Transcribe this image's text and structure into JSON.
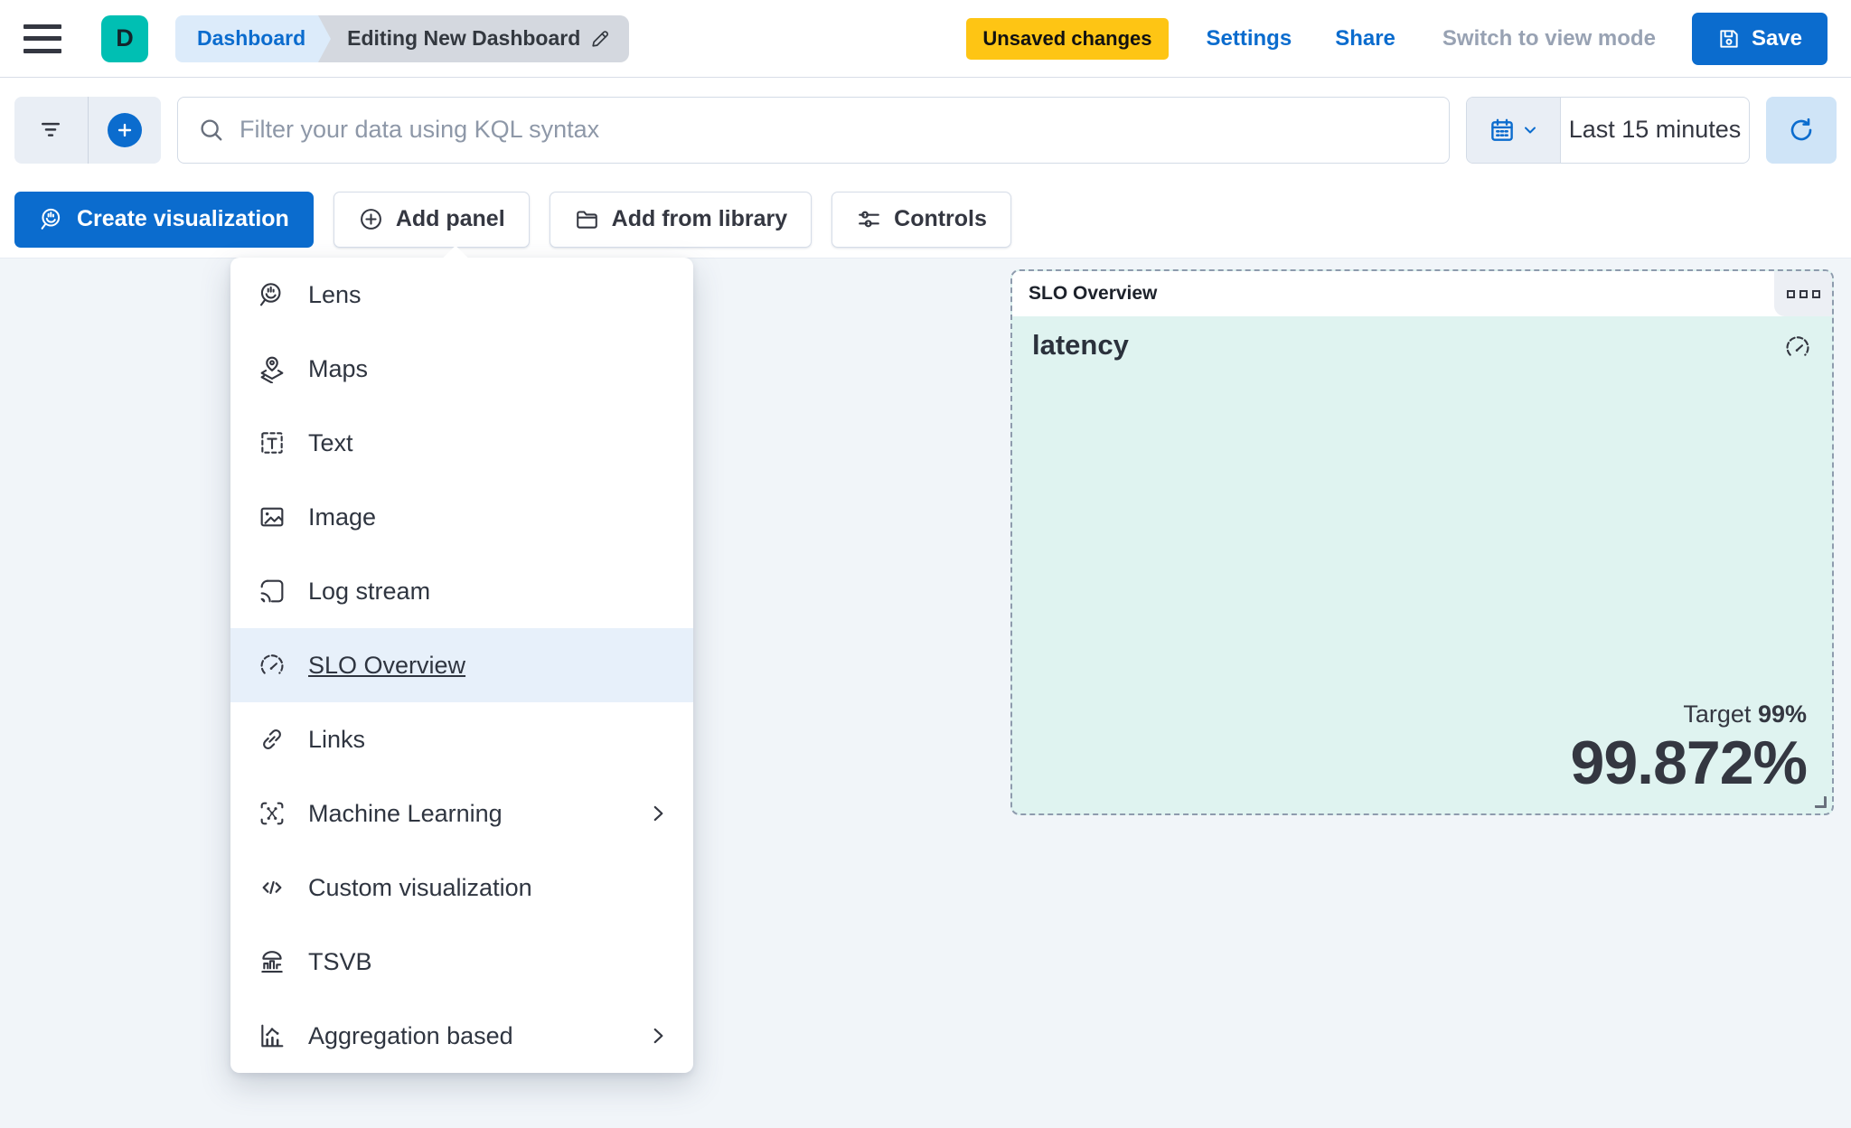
{
  "header": {
    "avatar_initial": "D",
    "breadcrumbs": [
      {
        "label": "Dashboard"
      },
      {
        "label": "Editing New Dashboard"
      }
    ],
    "unsaved_badge": "Unsaved changes",
    "settings_label": "Settings",
    "share_label": "Share",
    "switch_view_label": "Switch to view mode",
    "save_label": "Save"
  },
  "query_bar": {
    "search_placeholder": "Filter your data using KQL syntax",
    "time_range": "Last 15 minutes"
  },
  "toolbar": {
    "create_visualization_label": "Create visualization",
    "add_panel_label": "Add panel",
    "add_from_library_label": "Add from library",
    "controls_label": "Controls"
  },
  "add_panel_menu": {
    "items": [
      {
        "label": "Lens",
        "icon": "lens-icon",
        "selected": false,
        "has_submenu": false
      },
      {
        "label": "Maps",
        "icon": "maps-icon",
        "selected": false,
        "has_submenu": false
      },
      {
        "label": "Text",
        "icon": "text-icon",
        "selected": false,
        "has_submenu": false
      },
      {
        "label": "Image",
        "icon": "image-icon",
        "selected": false,
        "has_submenu": false
      },
      {
        "label": "Log stream",
        "icon": "log-stream-icon",
        "selected": false,
        "has_submenu": false
      },
      {
        "label": "SLO Overview",
        "icon": "gauge-icon",
        "selected": true,
        "has_submenu": false
      },
      {
        "label": "Links",
        "icon": "link-icon",
        "selected": false,
        "has_submenu": false
      },
      {
        "label": "Machine Learning",
        "icon": "machine-learning-icon",
        "selected": false,
        "has_submenu": true
      },
      {
        "label": "Custom visualization",
        "icon": "code-icon",
        "selected": false,
        "has_submenu": false
      },
      {
        "label": "TSVB",
        "icon": "tsvb-icon",
        "selected": false,
        "has_submenu": false
      },
      {
        "label": "Aggregation based",
        "icon": "aggregation-icon",
        "selected": false,
        "has_submenu": true
      }
    ]
  },
  "slo_panel": {
    "header_title": "SLO Overview",
    "metric_title": "latency",
    "target_label": "Target",
    "target_value": "99%",
    "value": "99.872%"
  },
  "colors": {
    "accent_blue": "#0b6cce",
    "badge_yellow": "#fec514",
    "avatar_teal": "#00bfb3",
    "panel_teal_bg": "#dff3f0",
    "selected_row_bg": "#e7f0fa",
    "canvas_bg": "#f1f5f9",
    "text_dark": "#343741",
    "muted_gray": "#98a2b3"
  }
}
